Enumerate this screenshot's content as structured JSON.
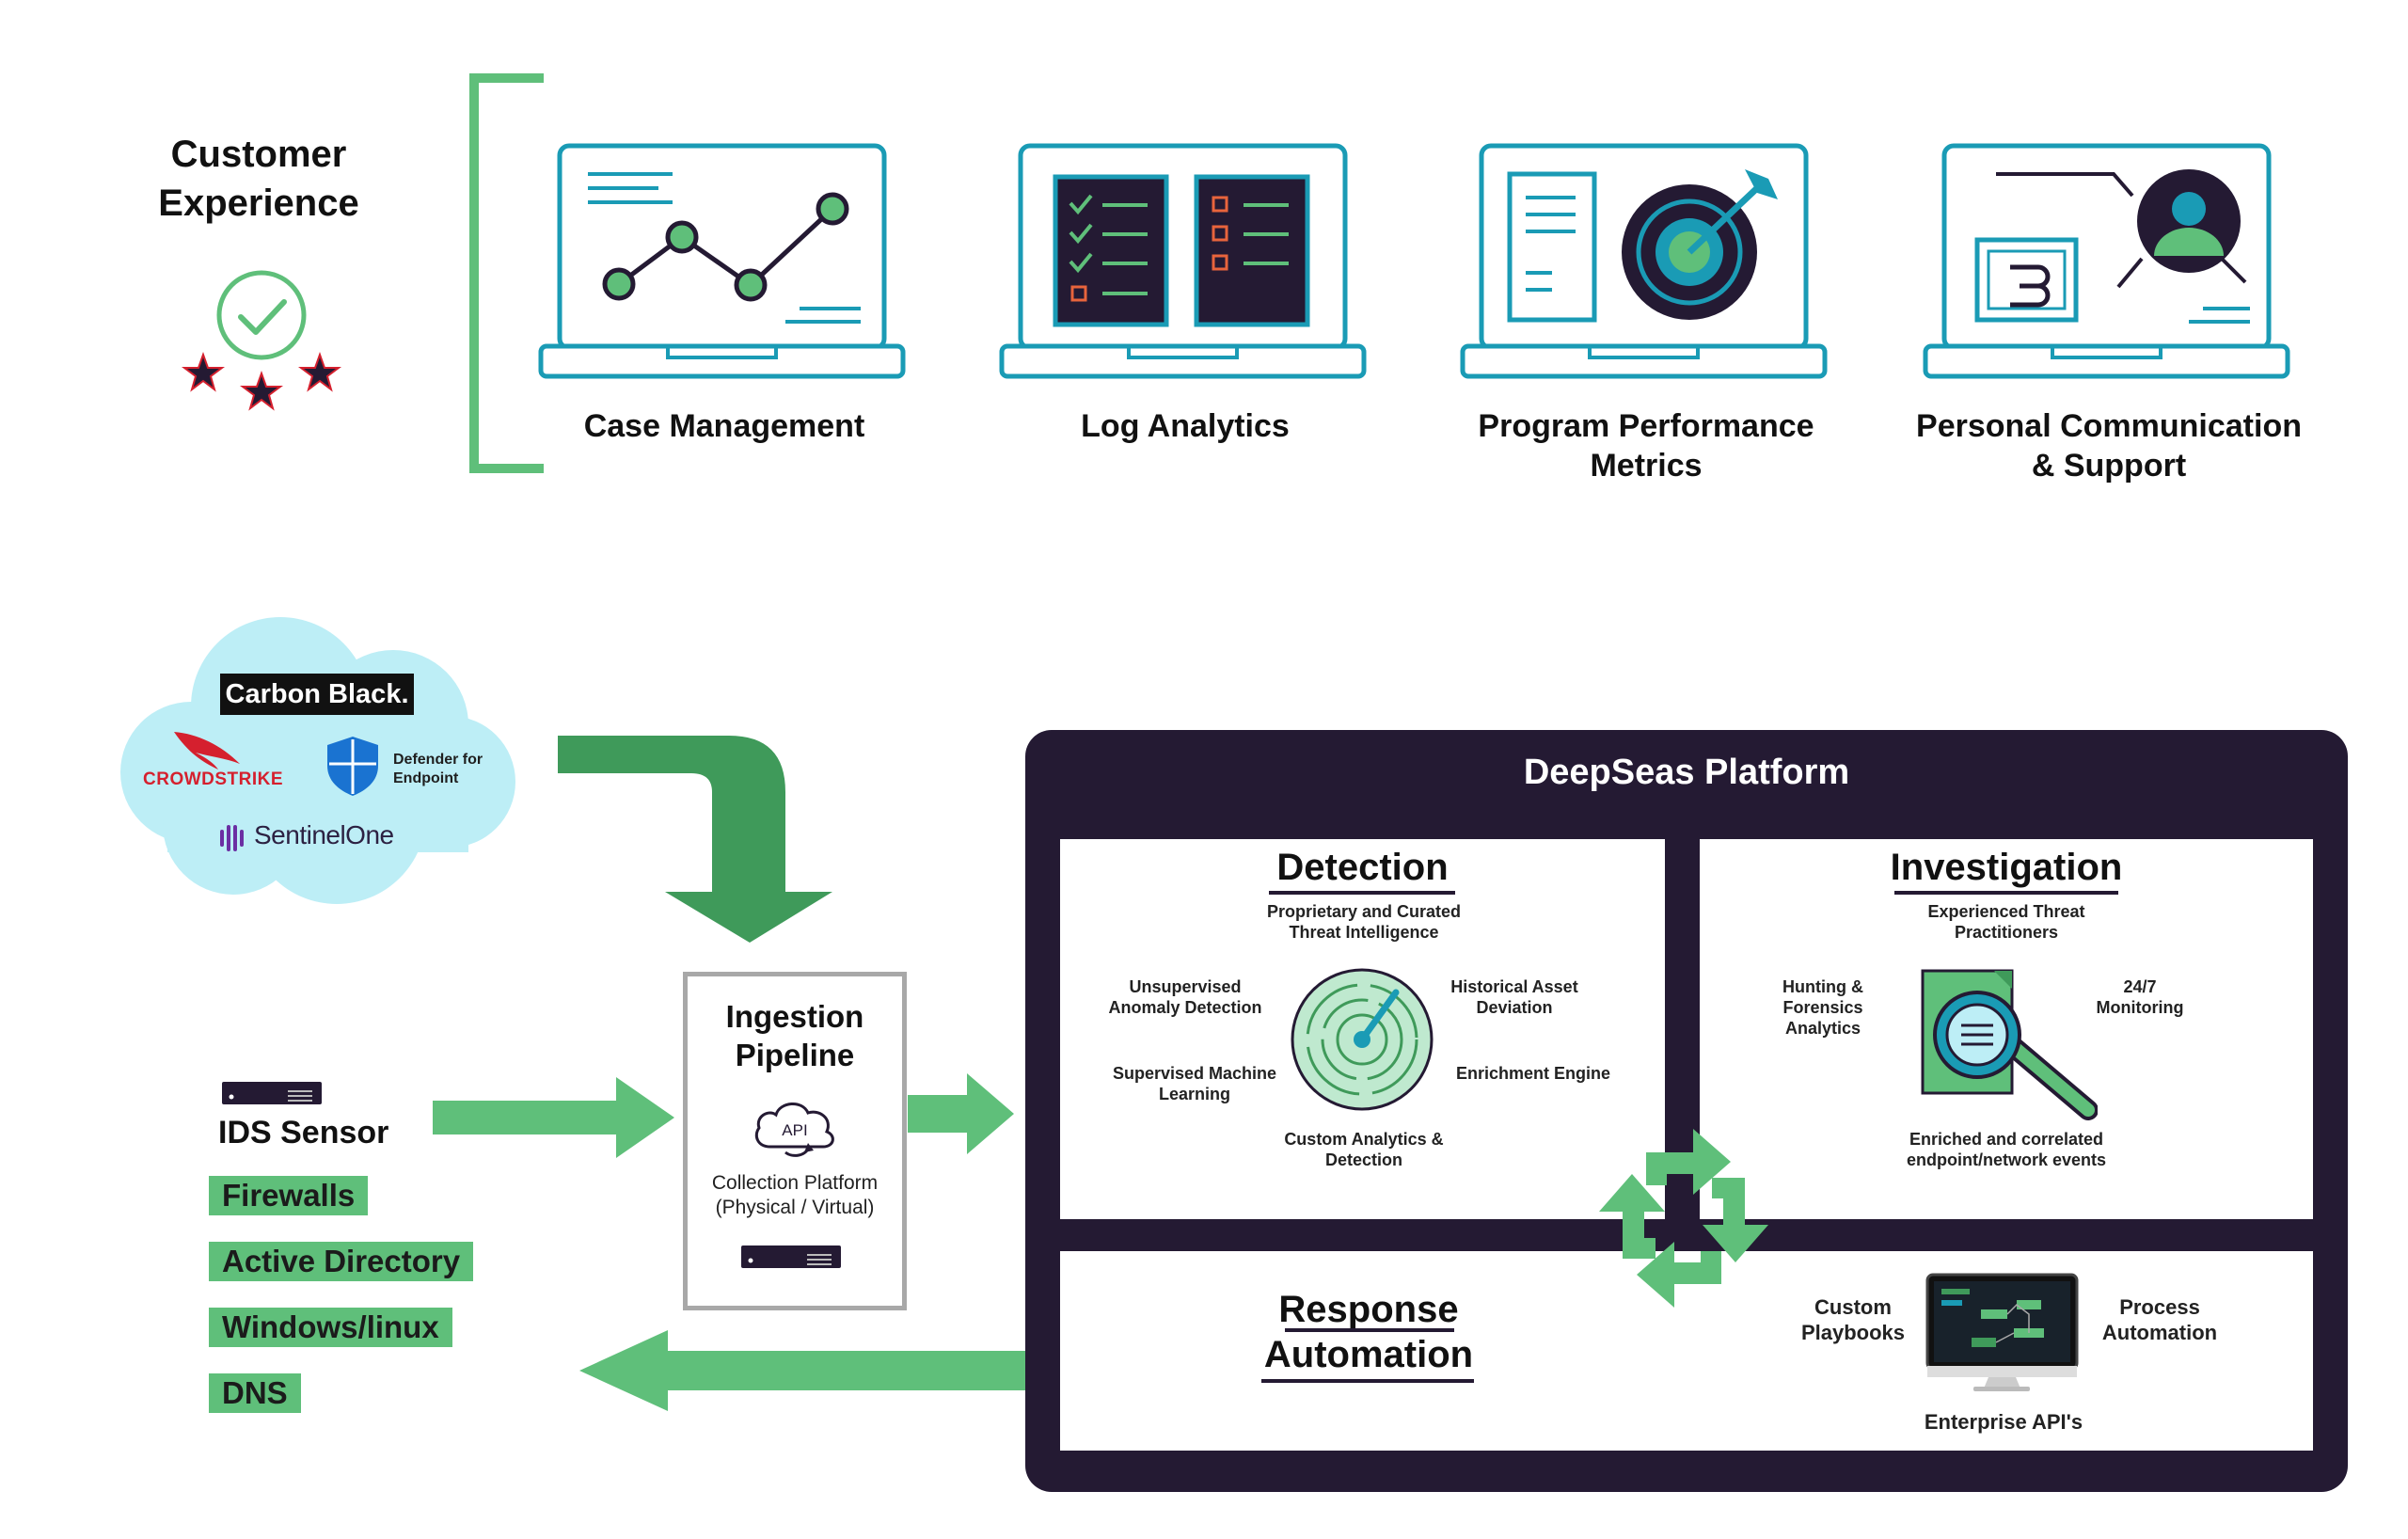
{
  "customer_experience": {
    "title_line1": "Customer",
    "title_line2": "Experience"
  },
  "laptops": [
    {
      "label_line1": "Case Management",
      "label_line2": ""
    },
    {
      "label_line1": "Log Analytics",
      "label_line2": ""
    },
    {
      "label_line1": "Program Performance",
      "label_line2": "Metrics"
    },
    {
      "label_line1": "Personal Communication",
      "label_line2": "& Support"
    }
  ],
  "cloud_logos": {
    "carbon_black": "Carbon Black.",
    "crowdstrike": "CROWDSTRIKE",
    "defender_line1": "Defender for",
    "defender_line2": "Endpoint",
    "sentinelone": "SentinelOne"
  },
  "sources": {
    "ids": "IDS Sensor",
    "chips": [
      "Firewalls",
      "Active Directory",
      "Windows/linux",
      "DNS"
    ]
  },
  "ingestion": {
    "title_line1": "Ingestion",
    "title_line2": "Pipeline",
    "api": "API",
    "sub_line1": "Collection Platform",
    "sub_line2": "(Physical / Virtual)"
  },
  "platform": {
    "title": "DeepSeas Platform",
    "detection": {
      "title": "Detection",
      "top_line1": "Proprietary and Curated",
      "top_line2": "Threat Intelligence",
      "left1_line1": "Unsupervised",
      "left1_line2": "Anomaly Detection",
      "right1_line1": "Historical Asset",
      "right1_line2": "Deviation",
      "left2_line1": "Supervised Machine",
      "left2_line2": "Learning",
      "right2": "Enrichment Engine",
      "bottom_line1": "Custom Analytics &",
      "bottom_line2": "Detection"
    },
    "investigation": {
      "title": "Investigation",
      "top_line1": "Experienced Threat",
      "top_line2": "Practitioners",
      "left_line1": "Hunting &",
      "left_line2": "Forensics",
      "left_line3": "Analytics",
      "right_line1": "24/7",
      "right_line2": "Monitoring",
      "bottom_line1": "Enriched and correlated",
      "bottom_line2": "endpoint/network events"
    },
    "response": {
      "title_line1": "Response",
      "title_line2": "Automation",
      "left_line1": "Custom",
      "left_line2": "Playbooks",
      "right_line1": "Process",
      "right_line2": "Automation",
      "bottom": "Enterprise API's"
    }
  },
  "colors": {
    "green": "#5fbf7a",
    "dark_green": "#3f9a5a",
    "teal": "#1a9bb5",
    "navy": "#241a33",
    "cloud": "#bdeef6",
    "orange": "#e8643c"
  }
}
